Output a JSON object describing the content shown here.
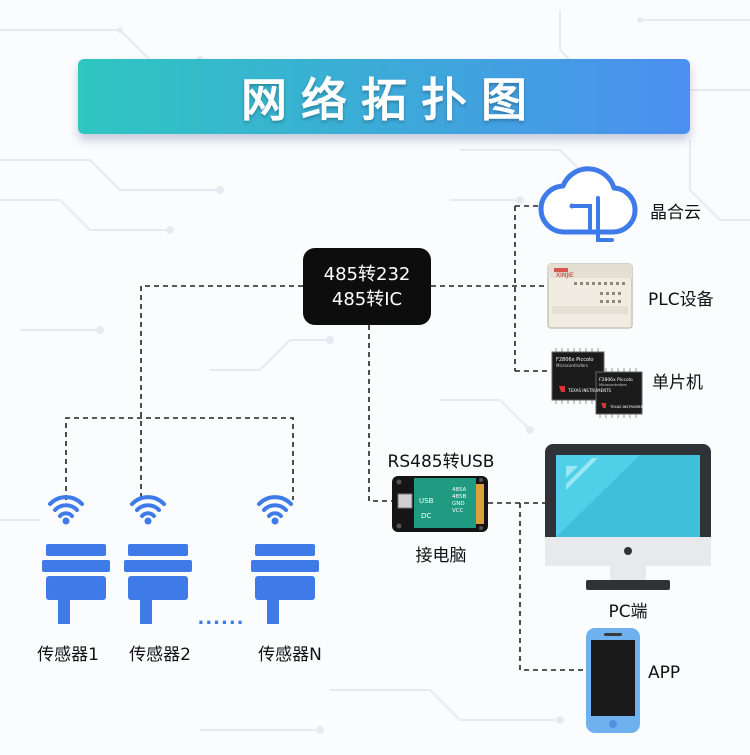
{
  "title": "网络拓扑图",
  "converter": {
    "line1": "485转232",
    "line2": "485转IC"
  },
  "devices": {
    "cloud": "晶合云",
    "plc": "PLC设备",
    "mcu": "单片机",
    "usb_title": "RS485转USB",
    "usb_caption": "接电脑",
    "pc": "PC端",
    "app": "APP"
  },
  "usb_board": {
    "port": "USB",
    "dc": "DC",
    "pins": [
      "485A",
      "485B",
      "GND",
      "VCC"
    ]
  },
  "plc_print": {
    "brand": "XINJIE"
  },
  "chips": {
    "model": "F2806x Piccolo",
    "sub": "Microcontrollers",
    "brand": "TEXAS INSTRUMENTS"
  },
  "sensors": [
    {
      "label": "传感器1"
    },
    {
      "label": "传感器2"
    },
    {
      "label": "传感器N"
    }
  ],
  "ellipsis": "......",
  "colors": {
    "banner_start": "#2ec6c0",
    "banner_end": "#4b8ff0",
    "sensor_blue": "#3f7be8",
    "converter_bg": "#0d0d0d",
    "usb_green": "#1e9b80"
  }
}
